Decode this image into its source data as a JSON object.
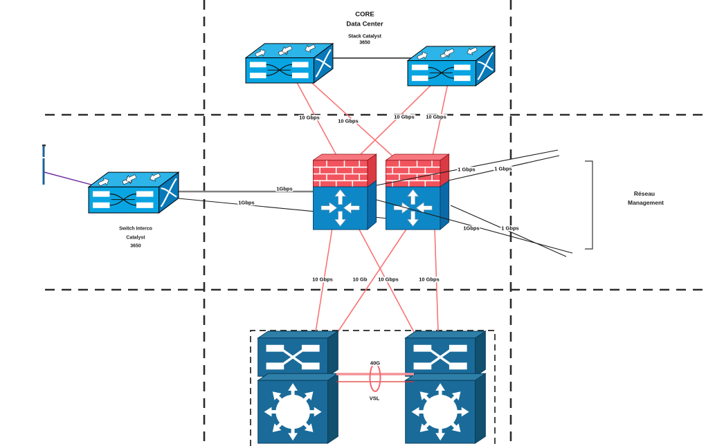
{
  "header": {
    "core_line1": "CORE",
    "core_line2": "Data Center",
    "core_line3": "Stack Catalyst",
    "core_line4": "3650"
  },
  "devices": {
    "switch_interco": {
      "line1": "Switch Interco",
      "line2": "Catalyst",
      "line3": "3650"
    }
  },
  "annotations": {
    "reseau_line1": "Réseau",
    "reseau_line2": "Management",
    "vsl_speed": "40G",
    "vsl_name": "VSL"
  },
  "links": {
    "core_to_fw": [
      "10 Gbps",
      "10 Gbps",
      "10 Gbps",
      "10 Gbps"
    ],
    "interco_to_fw": [
      "1Gbps",
      "1Gbps"
    ],
    "fw_to_mgmt_top": [
      "1 Gbps",
      "1 Gbps"
    ],
    "fw_to_mgmt_bottom": [
      "1Gbps",
      "1 Gbps"
    ],
    "fw_to_vss": [
      "10 Gbps",
      "10 Gb",
      "10 Gbps",
      "10 Gbps"
    ]
  },
  "colors": {
    "cisco_blue": "#09a4e2",
    "cisco_blue_dark": "#0879b8",
    "firewall_red": "#f2545e",
    "firewall_blue": "#0e87c6",
    "vss_teal": "#1a6b99",
    "link_red": "#f97474",
    "link_black": "#1a1a1a",
    "link_gray": "#7f7f7f",
    "link_purple": "#7030a0",
    "vsl_pink": "#f49296",
    "vsl_red": "#e03030",
    "dashed_line": "#2b2b2b"
  }
}
